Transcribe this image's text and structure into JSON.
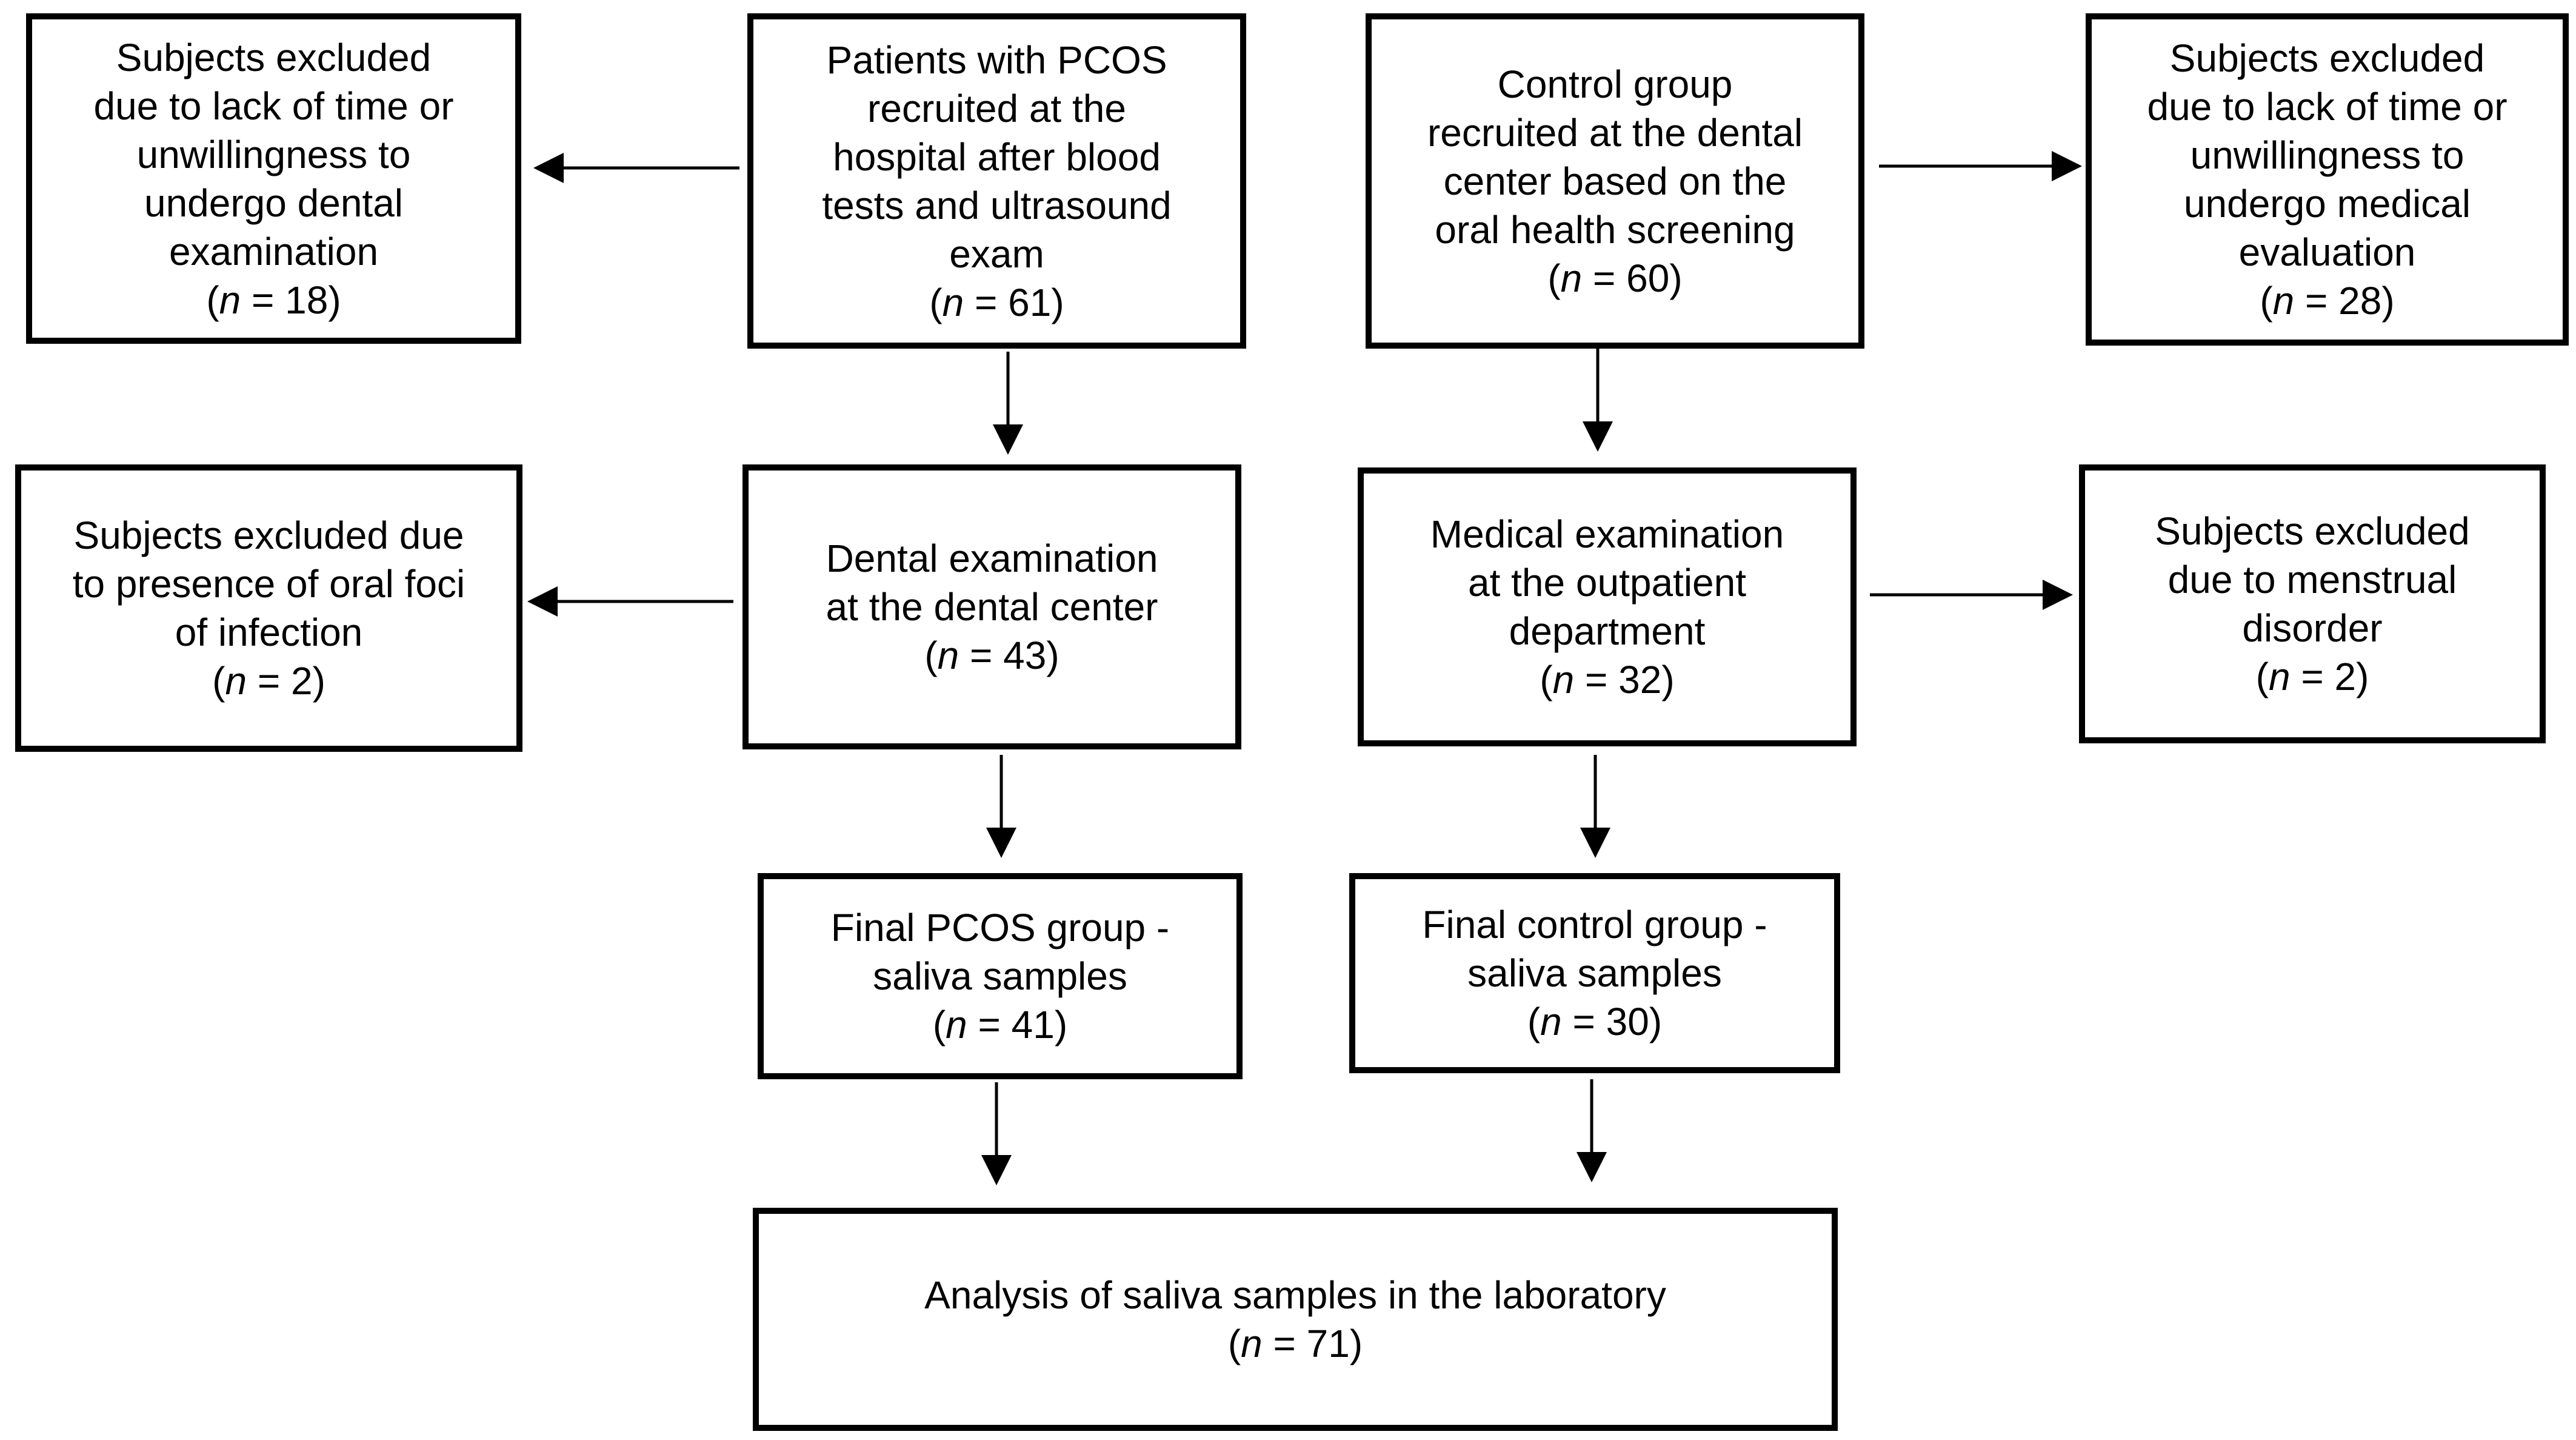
{
  "nodes": {
    "excluded_pcos_dental": {
      "lines": [
        "Subjects excluded",
        "due to lack of time or",
        "unwillingness to",
        "undergo dental",
        "examination"
      ],
      "n_label": "n",
      "n_value": "= 18"
    },
    "pcos_recruited": {
      "lines": [
        "Patients with PCOS",
        "recruited at the",
        "hospital after blood",
        "tests and ultrasound",
        "exam"
      ],
      "n_label": "n",
      "n_value": "= 61"
    },
    "control_recruited": {
      "lines": [
        "Control group",
        "recruited at the dental",
        "center based on the",
        "oral health screening"
      ],
      "n_label": "n",
      "n_value": "= 60"
    },
    "excluded_control_medical": {
      "lines": [
        "Subjects excluded",
        "due to lack of time or",
        "unwillingness to",
        "undergo medical",
        "evaluation"
      ],
      "n_label": "n",
      "n_value": "= 28"
    },
    "excluded_oral_foci": {
      "lines": [
        "Subjects excluded due",
        "to presence of oral foci",
        "of infection"
      ],
      "n_label": "n",
      "n_value": "= 2"
    },
    "dental_exam": {
      "lines": [
        "Dental examination",
        "at the dental center"
      ],
      "n_label": "n",
      "n_value": "= 43"
    },
    "medical_exam": {
      "lines": [
        "Medical examination",
        "at the outpatient",
        "department"
      ],
      "n_label": "n",
      "n_value": "= 32"
    },
    "excluded_menstrual": {
      "lines": [
        "Subjects excluded",
        "due to menstrual",
        "disorder"
      ],
      "n_label": "n",
      "n_value": "= 2"
    },
    "final_pcos": {
      "lines": [
        "Final PCOS group -",
        "saliva samples"
      ],
      "n_label": "n",
      "n_value": "= 41"
    },
    "final_control": {
      "lines": [
        "Final control group -",
        "saliva samples"
      ],
      "n_label": "n",
      "n_value": "= 30"
    },
    "analysis": {
      "lines": [
        "Analysis of saliva samples in the laboratory"
      ],
      "n_label": "n",
      "n_value": "= 71"
    }
  },
  "edges": [
    {
      "from": "pcos_recruited",
      "to": "excluded_pcos_dental"
    },
    {
      "from": "control_recruited",
      "to": "excluded_control_medical"
    },
    {
      "from": "pcos_recruited",
      "to": "dental_exam"
    },
    {
      "from": "control_recruited",
      "to": "medical_exam"
    },
    {
      "from": "dental_exam",
      "to": "excluded_oral_foci"
    },
    {
      "from": "medical_exam",
      "to": "excluded_menstrual"
    },
    {
      "from": "dental_exam",
      "to": "final_pcos"
    },
    {
      "from": "medical_exam",
      "to": "final_control"
    },
    {
      "from": "final_pcos",
      "to": "analysis"
    },
    {
      "from": "final_control",
      "to": "analysis"
    }
  ]
}
